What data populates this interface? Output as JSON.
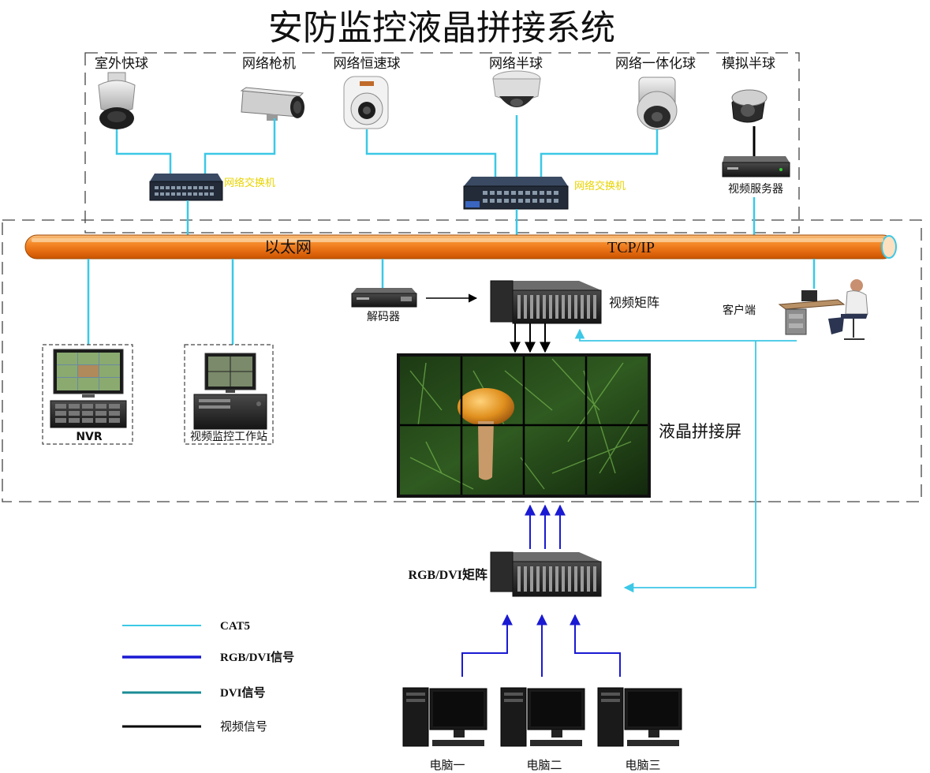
{
  "title": "安防监控液晶拼接系统",
  "cameras": {
    "outdoor_speed_dome": "室外快球",
    "network_bullet": "网络枪机",
    "network_constant_speed_dome": "网络恒速球",
    "network_half_dome": "网络半球",
    "network_integrated_dome": "网络一体化球",
    "analog_half_dome": "模拟半球"
  },
  "switch_label_1": "网络交换机",
  "switch_label_2": "网络交换机",
  "video_server_label": "视频服务器",
  "bus": {
    "left_label": "以太网",
    "right_label": "TCP/IP"
  },
  "decoder_label": "解码器",
  "video_matrix_label": "视频矩阵",
  "client_label": "客户端",
  "nvr_label": "NVR",
  "workstation_label": "视频监控工作站",
  "lcd_wall_label": "液晶拼接屏",
  "rgb_matrix_label": "RGB/DVI矩阵",
  "computers": [
    "电脑一",
    "电脑二",
    "电脑三"
  ],
  "legend": [
    {
      "label": "CAT5",
      "color": "#3cc8e6"
    },
    {
      "label": "RGB/DVI信号",
      "color": "#1a1ad2"
    },
    {
      "label": "DVI信号",
      "color": "#1a8c96"
    },
    {
      "label": "视频信号",
      "color": "#000000"
    }
  ],
  "colors": {
    "cat5": "#3cc8e6",
    "rgb": "#1a1ad2",
    "dvi": "#1a8c96",
    "video": "#000000",
    "switch_label": "#e8d400",
    "bus_orange": "#f08020"
  }
}
